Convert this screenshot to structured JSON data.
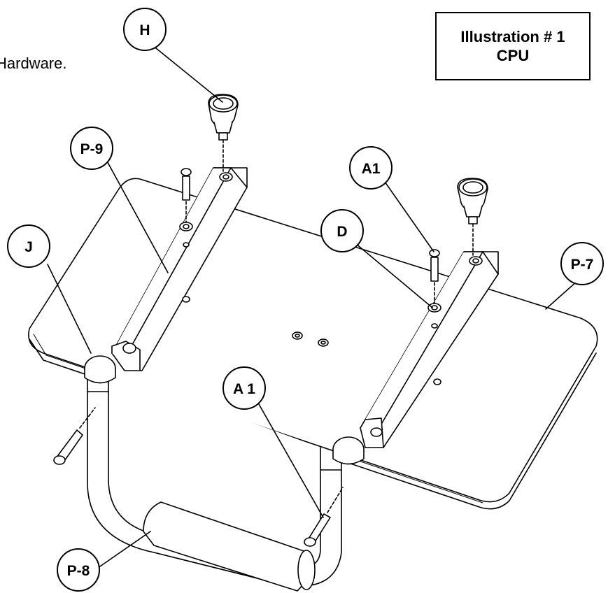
{
  "page": {
    "intro_fragment": "Hardware."
  },
  "title_box": {
    "line1": "Illustration # 1",
    "line2": "CPU"
  },
  "callouts": {
    "h": "H",
    "p9": "P-9",
    "a1_top": "A1",
    "d": "D",
    "j": "J",
    "p7": "P-7",
    "a1_bottom": "A 1",
    "p8": "P-8"
  }
}
